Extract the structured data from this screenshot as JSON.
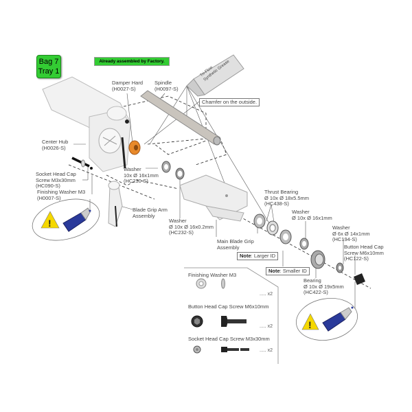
{
  "header": {
    "bag_line1": "Bag 7",
    "bag_line2": "Tray 1",
    "factory_note": "Already assembled by Factory."
  },
  "grease_tube": {
    "line1": "Tri-Flow",
    "line2": "Synthetic Grease"
  },
  "callouts": {
    "chamfer": "Chamfer on the outside.",
    "note_larger_prefix": "Note",
    "note_larger_text": ": Larger ID",
    "note_smaller_prefix": "Note",
    "note_smaller_text": ": Smaller ID"
  },
  "parts": [
    {
      "id": "damper",
      "name": "Damper Hard",
      "spec": "",
      "code": "(H0027-S)"
    },
    {
      "id": "spindle",
      "name": "Spindle",
      "spec": "",
      "code": "(H0097-S)"
    },
    {
      "id": "center-hub",
      "name": "Center Hub",
      "spec": "",
      "code": "(H0026-S)"
    },
    {
      "id": "socket-screw",
      "name": "Socket Head Cap",
      "spec": "Screw M3x30mm",
      "code": "(HC090-S)"
    },
    {
      "id": "finishing-washer",
      "name": "Finishing Washer M3",
      "spec": "",
      "code": "(H0007-S)"
    },
    {
      "id": "washer-230",
      "name": "Washer",
      "spec": "10x Ø 16x1mm",
      "code": "(HC230-S)"
    },
    {
      "id": "blade-grip-arm",
      "name": "Blade Grip Arm",
      "spec": "Assembly",
      "code": ""
    },
    {
      "id": "washer-232",
      "name": "Washer",
      "spec": "Ø 10x Ø 16x0.2mm",
      "code": "(HC232-S)"
    },
    {
      "id": "main-blade-grip",
      "name": "Main Blade Grip",
      "spec": "Assembly",
      "code": ""
    },
    {
      "id": "thrust-bearing",
      "name": "Thrust Bearing",
      "spec": "Ø 10x Ø 18x5.5mm",
      "code": "(HC438-S)"
    },
    {
      "id": "washer-10x16",
      "name": "Washer",
      "spec": "Ø 10x Ø 16x1mm",
      "code": ""
    },
    {
      "id": "washer-194",
      "name": "Washer",
      "spec": "Ø 6x Ø 14x1mm",
      "code": "(HC194-S)"
    },
    {
      "id": "button-screw",
      "name": "Button Head Cap",
      "spec": "Screw M6x10mm",
      "code": "(HC122-S)"
    },
    {
      "id": "bearing",
      "name": "Bearing",
      "spec": "Ø 10x Ø 19x5mm",
      "code": "(HC422-S)"
    }
  ],
  "hardware_box": {
    "items": [
      {
        "name": "Finishing Washer M3",
        "qty": "..... x2"
      },
      {
        "name": "Button Head Cap Screw M6x10mm",
        "qty": "..... x2"
      },
      {
        "name": "Socket Head Cap Screw M3x30mm",
        "qty": "..... x2"
      }
    ]
  },
  "colors": {
    "badge_green": "#33cc33",
    "damper_orange": "#e8892a",
    "threadlock_blue": "#2a3a9a",
    "warning_yellow": "#f5d800"
  }
}
